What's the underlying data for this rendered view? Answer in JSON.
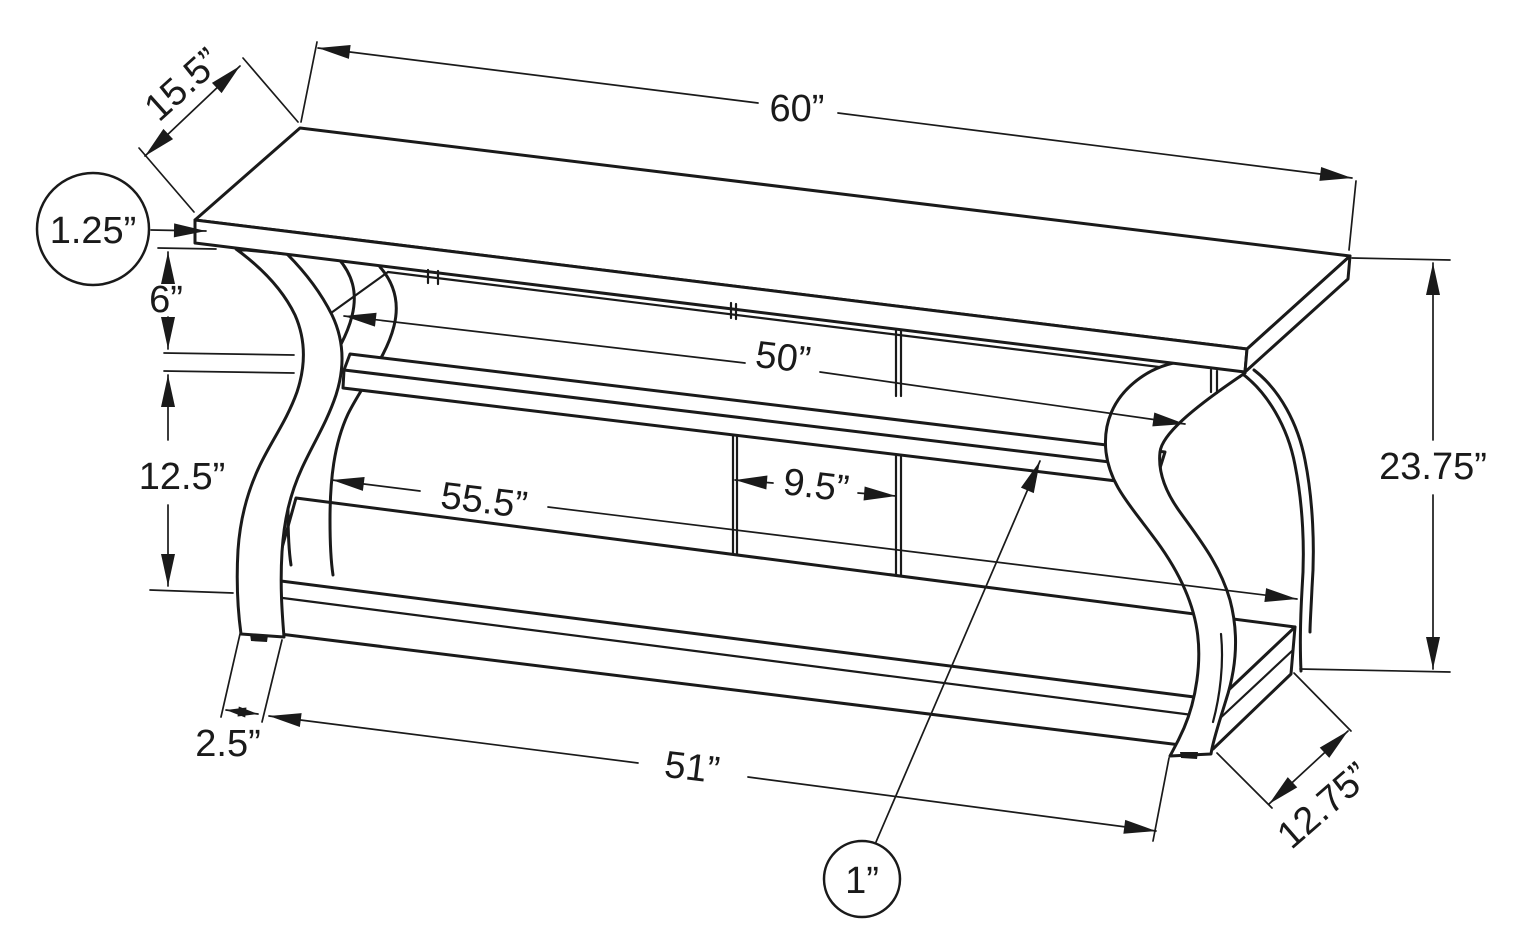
{
  "drawing": {
    "title": "TV stand isometric dimension diagram",
    "subject": "3-shelf TV console with curved S-shaped legs, open middle compartments and two vertical dividers",
    "background_color": "#ffffff",
    "line_color": "#1a1a1a",
    "units": "inches"
  },
  "dimensions": {
    "top_width": "60”",
    "top_depth": "15.5”",
    "top_thickness": "1.25”",
    "top_gap_height": "6”",
    "middle_shelf_width": "50”",
    "compartment_height": "12.5”",
    "interior_width": "55.5”",
    "center_compartment_width": "9.5”",
    "overall_height": "23.75”",
    "foot_depth": "2.5”",
    "bottom_shelf_width": "51”",
    "shelf_thickness": "1”",
    "bottom_shelf_depth": "12.75”"
  },
  "callouts": [
    {
      "label": "1.25”",
      "meaning": "top panel thickness",
      "style": "circled"
    },
    {
      "label": "1”",
      "meaning": "shelf thickness",
      "style": "circled"
    }
  ]
}
